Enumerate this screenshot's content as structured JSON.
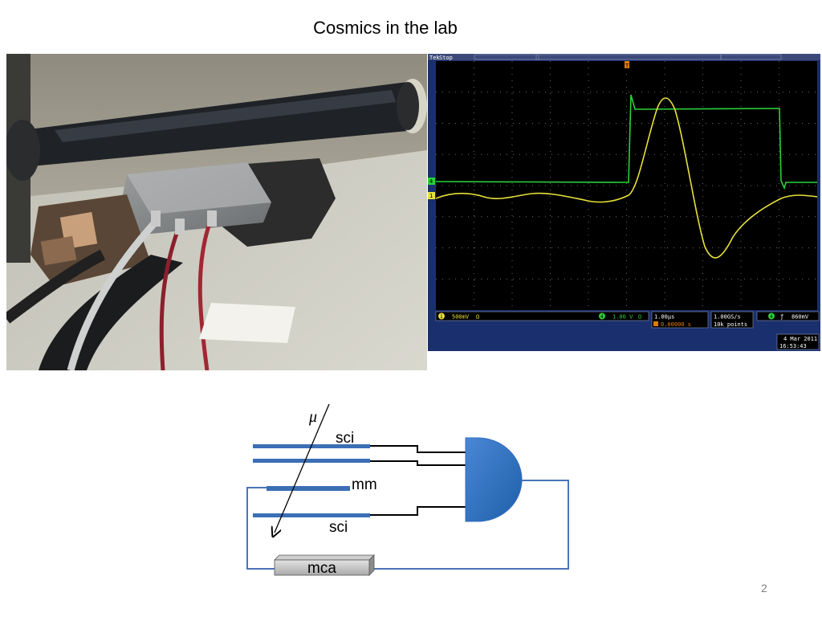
{
  "slide": {
    "title": "Cosmics in the lab",
    "number": "2"
  },
  "scope": {
    "brand": "Tek",
    "status": "Stop",
    "ch1_marker": "1",
    "ch4_marker": "4",
    "trigger_marker": "T",
    "ch1_scale": "500mV",
    "ch1_coupling": "Ω",
    "ch4_scale": "1.00 V",
    "ch4_coupling": "Ω",
    "timebase": "1.00µs",
    "trigger_delay": "0.00000 s",
    "sample_rate": "1.00GS/s",
    "record_length": "10k points",
    "trigger_level": "860mV",
    "date": "4 Mar 2011",
    "time": "16:53:43",
    "colors": {
      "ch1": "#e8e03a",
      "ch4": "#2ad13a",
      "frame": "#1a2f6e"
    }
  },
  "diagram": {
    "muon_label": "μ",
    "sci_top_label": "sci",
    "mm_label": "mm",
    "sci_bottom_label": "sci",
    "mca_label": "mca",
    "colors": {
      "bar": "#3b6fb5",
      "wire": "#4a74b8",
      "gate": "#2f6cc0"
    }
  }
}
